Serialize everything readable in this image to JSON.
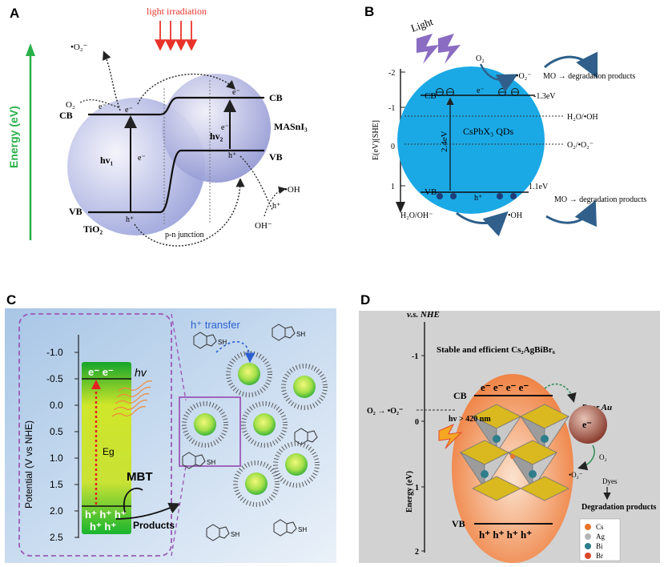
{
  "panels": {
    "a": {
      "letter": "A",
      "light": "light irradiation",
      "energy_axis": "Energy (eV)",
      "o2_radical": "•O₂⁻",
      "o2": "O₂",
      "cb_left": "CB",
      "cb_right": "CB",
      "vb_left": "VB",
      "vb_right": "VB",
      "hv1": "hv₁",
      "hv2": "hv₂",
      "e_minus": "e⁻",
      "h_plus": "h⁺",
      "tio2": "TiO₂",
      "masni3": "MASnI₃",
      "junction": "p-n junction",
      "oh_radical": "•OH",
      "oh_minus": "OH⁻"
    },
    "b": {
      "letter": "B",
      "light": "Light",
      "axis": "E(eV)[SHE]",
      "ticks": [
        "-2",
        "-1",
        "0",
        "1"
      ],
      "o2": "O₂",
      "o2_radical": "•O₂⁻",
      "mo_top": "MO → degradation products",
      "mo_bottom": "MO → degradation products",
      "cb": "CB",
      "vb": "VB",
      "cb_value": "-1.3eV",
      "vb_value": "1.1eV",
      "gap": "2.4eV",
      "qds": "CsPbX₃ QDs",
      "h2o_oh": "H₂O/•OH",
      "o2_pair": "O₂/•O₂⁻",
      "h2o_ohminus": "H₂O/OH⁻",
      "oh_radical": "•OH",
      "e_minus": "e⁻",
      "h_plus": "h⁺"
    },
    "c": {
      "letter": "C",
      "axis": "Potential (V vs NHE)",
      "ticks": [
        "-1.0",
        "-0.5",
        "0.0",
        "0.5",
        "1.0",
        "1.5",
        "2.0",
        "2.5"
      ],
      "electrons": "e⁻  e⁻",
      "holes_row1": "h⁺  h⁺ h⁺",
      "holes_row2": "h⁺ h⁺",
      "hv": "hv",
      "eg": "Eg",
      "mbt": "MBT",
      "products": "Products",
      "transfer": "h⁺ transfer",
      "sh": "SH"
    },
    "d": {
      "letter": "D",
      "axis_top": "v.s. NHE",
      "axis": "Energy (eV)",
      "ticks": [
        "-1",
        "0",
        "1",
        "2"
      ],
      "title": "Stable and efficient Cs₂AgBiBr₆",
      "cb": "CB",
      "vb": "VB",
      "electrons": "e⁻ e⁻ e⁻ e⁻",
      "holes": "h⁺ h⁺ h⁺ h⁺",
      "o2_eq": "O₂ → •O₂⁻",
      "hv": "hv > 420 nm",
      "metal": "Pt or Au",
      "e_minus": "e⁻",
      "o2": "O₂",
      "o2_radical": "•O₂⁻",
      "dyes": "Dyes",
      "degradation": "Degradation products",
      "legend": [
        "Cs",
        "Ag",
        "Bi",
        "Br"
      ]
    }
  },
  "colors": {
    "green_arrow": "#2bb04a",
    "red_light": "#e8332a",
    "blue_qd": "#1ba9e6",
    "c_bg": "#c9dcef",
    "c_green_top": "#16b12b",
    "c_green_mid": "#d8ea2a",
    "c_green_bottom": "#16b12b",
    "purple_dash": "#9b59b6",
    "d_bg": "#d2d2d2",
    "d_orange": "#f07a3a",
    "cs": "#e8742a",
    "ag": "#b5b5b5",
    "bi": "#2e7d8a",
    "br": "#d9472b"
  }
}
